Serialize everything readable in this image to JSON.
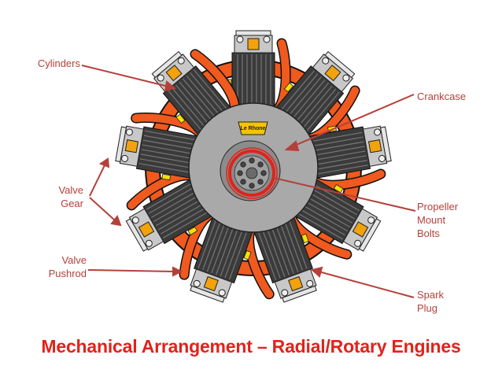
{
  "title": "Mechanical Arrangement – Radial/Rotary Engines",
  "brand_plate": "Le Rhone",
  "labels": {
    "cylinders": "Cylinders",
    "crankcase": "Crankcase",
    "valve_gear": "Valve\nGear",
    "propeller_mount_bolts": "Propeller\nMount\nBolts",
    "valve_pushrod": "Valve\nPushrod",
    "spark_plug": "Spark\nPlug"
  },
  "colors": {
    "label_text": "#b5403a",
    "title_text": "#e0231b",
    "pushrod_orange": "#f05a1e",
    "cylinder_dark": "#3a3a3a",
    "crankcase_gray": "#a9a9a9",
    "plate_yellow": "#f5c400"
  }
}
